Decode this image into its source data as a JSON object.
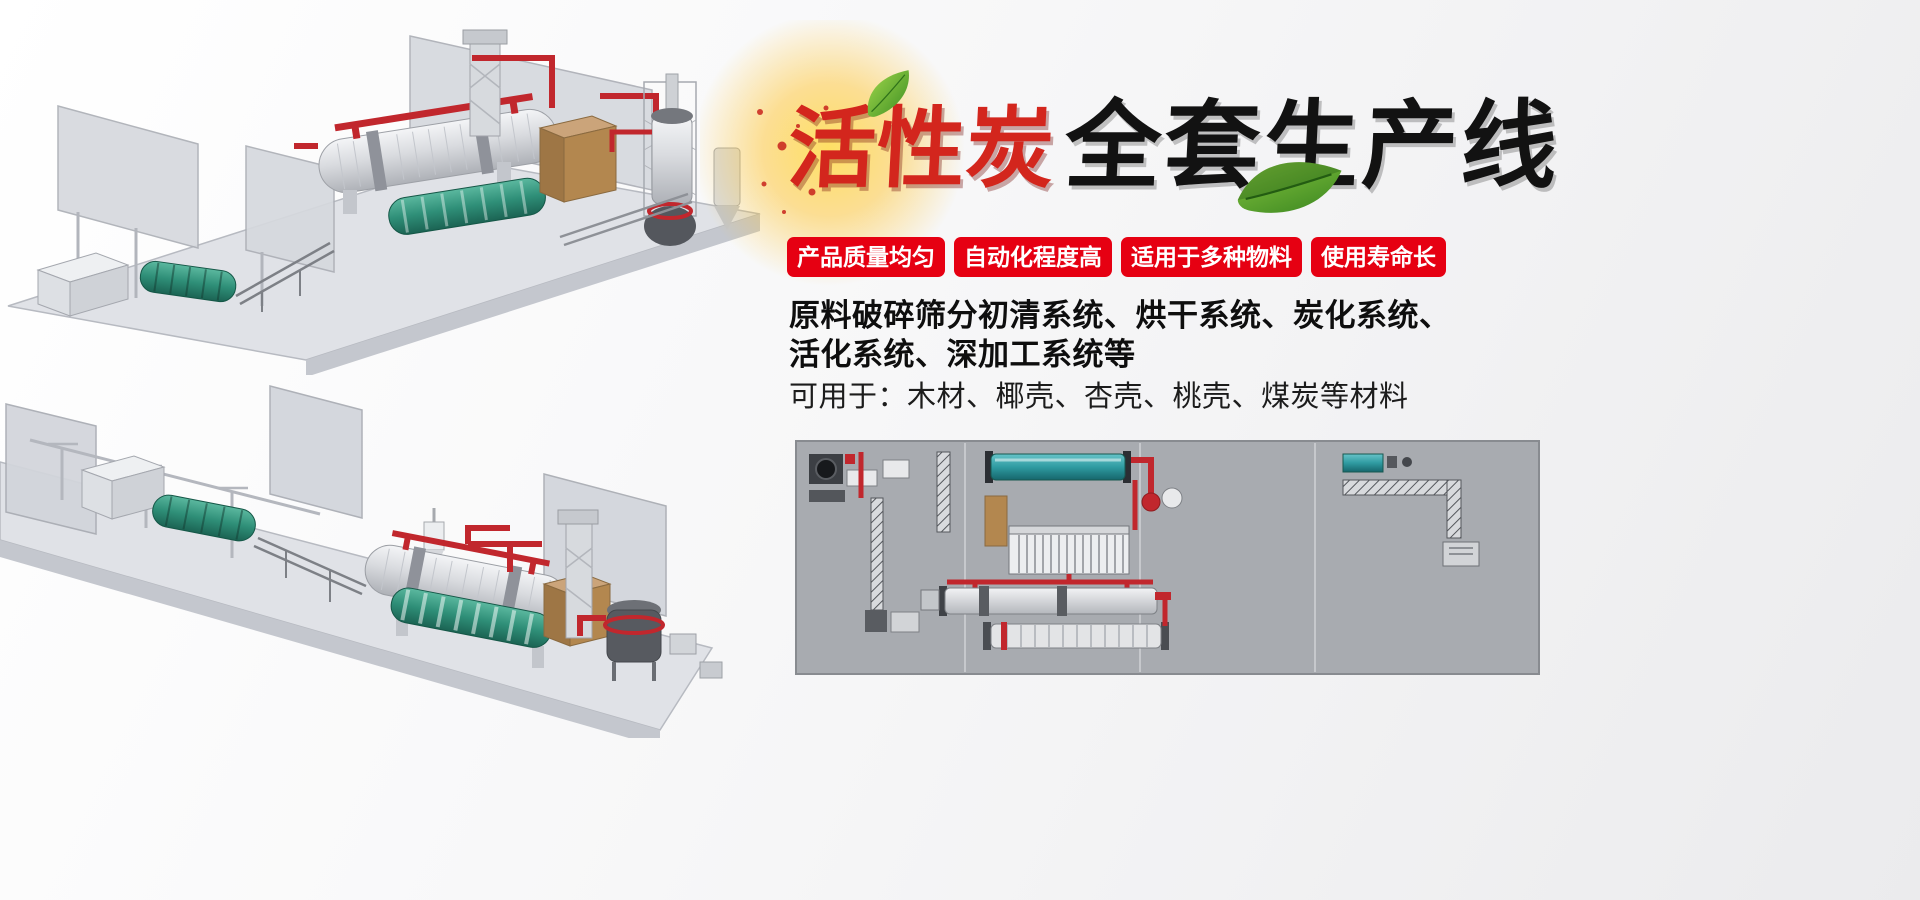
{
  "title": {
    "red_text": "活性炭",
    "black_text": "全套生产线"
  },
  "badges": [
    {
      "label": "产品质量均匀"
    },
    {
      "label": "自动化程度高"
    },
    {
      "label": "适用于多种物料"
    },
    {
      "label": "使用寿命长"
    }
  ],
  "description": {
    "line1": "原料破碎筛分初清系统、烘干系统、炭化系统、",
    "line2": "活化系统、深加工系统等",
    "line3": "可用于：木材、椰壳、杏壳、桃壳、煤炭等材料"
  },
  "colors": {
    "badge_red": "#e60012",
    "title_red": "#d3261d",
    "title_black": "#121212",
    "pipe_red": "#c1272d",
    "drum_teal": "#2f8f78",
    "schematic_panel_gray": "#a8abb0",
    "leaf_green": "#5aا"
  },
  "illustrations": {
    "top_left": "isometric-3d-render-production-line-view-1",
    "bottom_left": "isometric-3d-render-production-line-view-2",
    "bottom_right": "plan-view-schematic-of-production-line"
  }
}
